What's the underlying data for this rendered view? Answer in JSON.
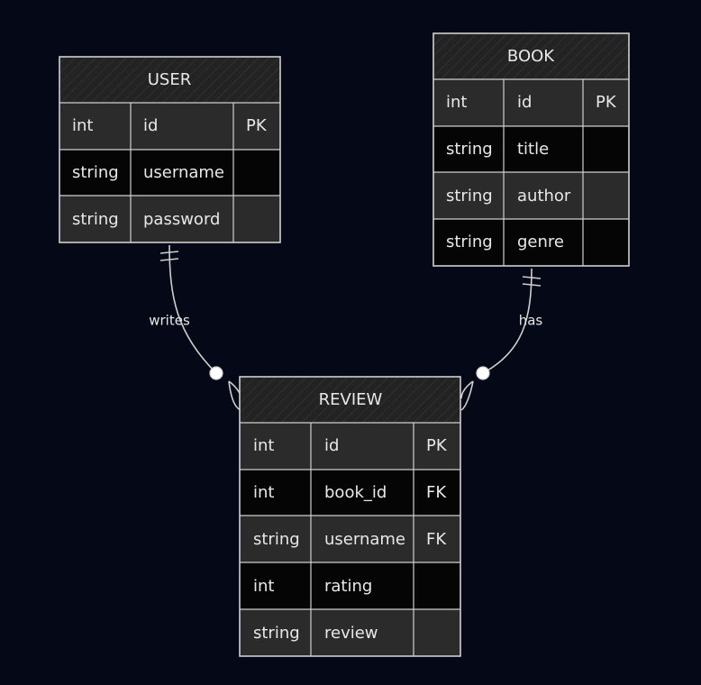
{
  "colors": {
    "background": "#050816",
    "row_light": "#2b2b2b",
    "row_dark": "#050505",
    "header": "#232323",
    "line": "#cfcfcf",
    "text": "#e8e8e8"
  },
  "entities": {
    "user": {
      "title": "USER",
      "rows": [
        {
          "type": "int",
          "name": "id",
          "key": "PK"
        },
        {
          "type": "string",
          "name": "username",
          "key": ""
        },
        {
          "type": "string",
          "name": "password",
          "key": ""
        }
      ]
    },
    "book": {
      "title": "BOOK",
      "rows": [
        {
          "type": "int",
          "name": "id",
          "key": "PK"
        },
        {
          "type": "string",
          "name": "title",
          "key": ""
        },
        {
          "type": "string",
          "name": "author",
          "key": ""
        },
        {
          "type": "string",
          "name": "genre",
          "key": ""
        }
      ]
    },
    "review": {
      "title": "REVIEW",
      "rows": [
        {
          "type": "int",
          "name": "id",
          "key": "PK"
        },
        {
          "type": "int",
          "name": "book_id",
          "key": "FK"
        },
        {
          "type": "string",
          "name": "username",
          "key": "FK"
        },
        {
          "type": "int",
          "name": "rating",
          "key": ""
        },
        {
          "type": "string",
          "name": "review",
          "key": ""
        }
      ]
    }
  },
  "relationships": {
    "writes": "writes",
    "has": "has"
  }
}
